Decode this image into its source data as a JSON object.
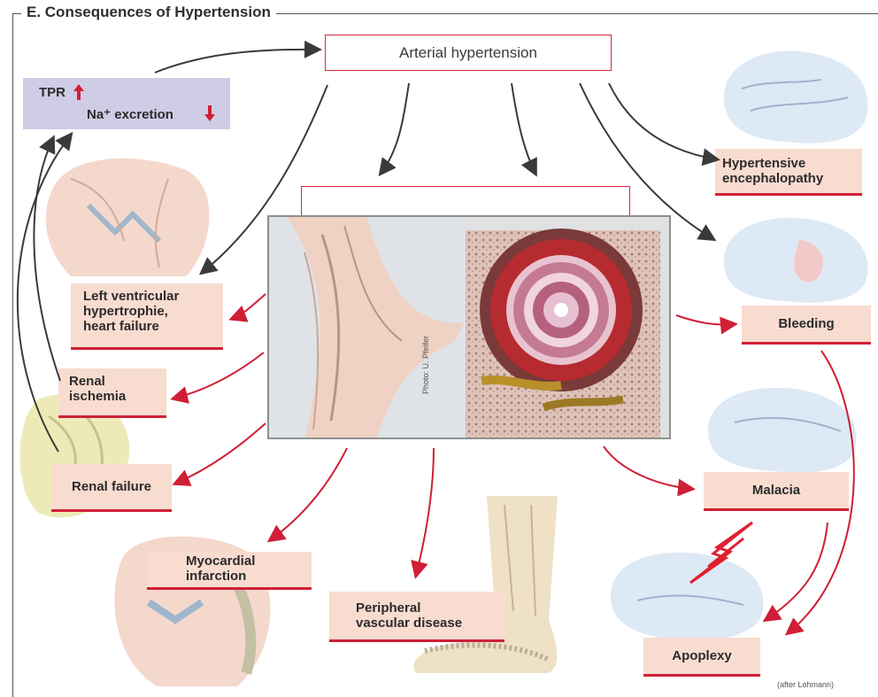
{
  "title": "E. Consequences of Hypertension",
  "center": {
    "main_label": "Arterial hypertension",
    "blank_box_label": ""
  },
  "feedback": {
    "tpr_label": "TPR",
    "na_label": "Na⁺ excretion"
  },
  "boxes": {
    "encephalopathy": "Hypertensive\nencephalopathy",
    "bleeding": "Bleeding",
    "malacia": "Malacia",
    "apoplexy": "Apoplexy",
    "lvh": "Left ventricular\nhypertrophie,\nheart failure",
    "renal_ischemia": "Renal\nischemia",
    "renal_failure": "Renal failure",
    "myocardial": "Myocardial\ninfarction",
    "peripheral": "Peripheral\nvascular disease"
  },
  "photo_credit": "Photo: U. Pfeifer",
  "source_credit": "(after Lohmann)",
  "colors": {
    "accent_red": "#cf1f36",
    "box_fill": "#f8dcd0",
    "tpr_fill": "#cfcce6",
    "arrow_gray": "#3a3a3a",
    "brain_blue": "#dde9f5"
  }
}
